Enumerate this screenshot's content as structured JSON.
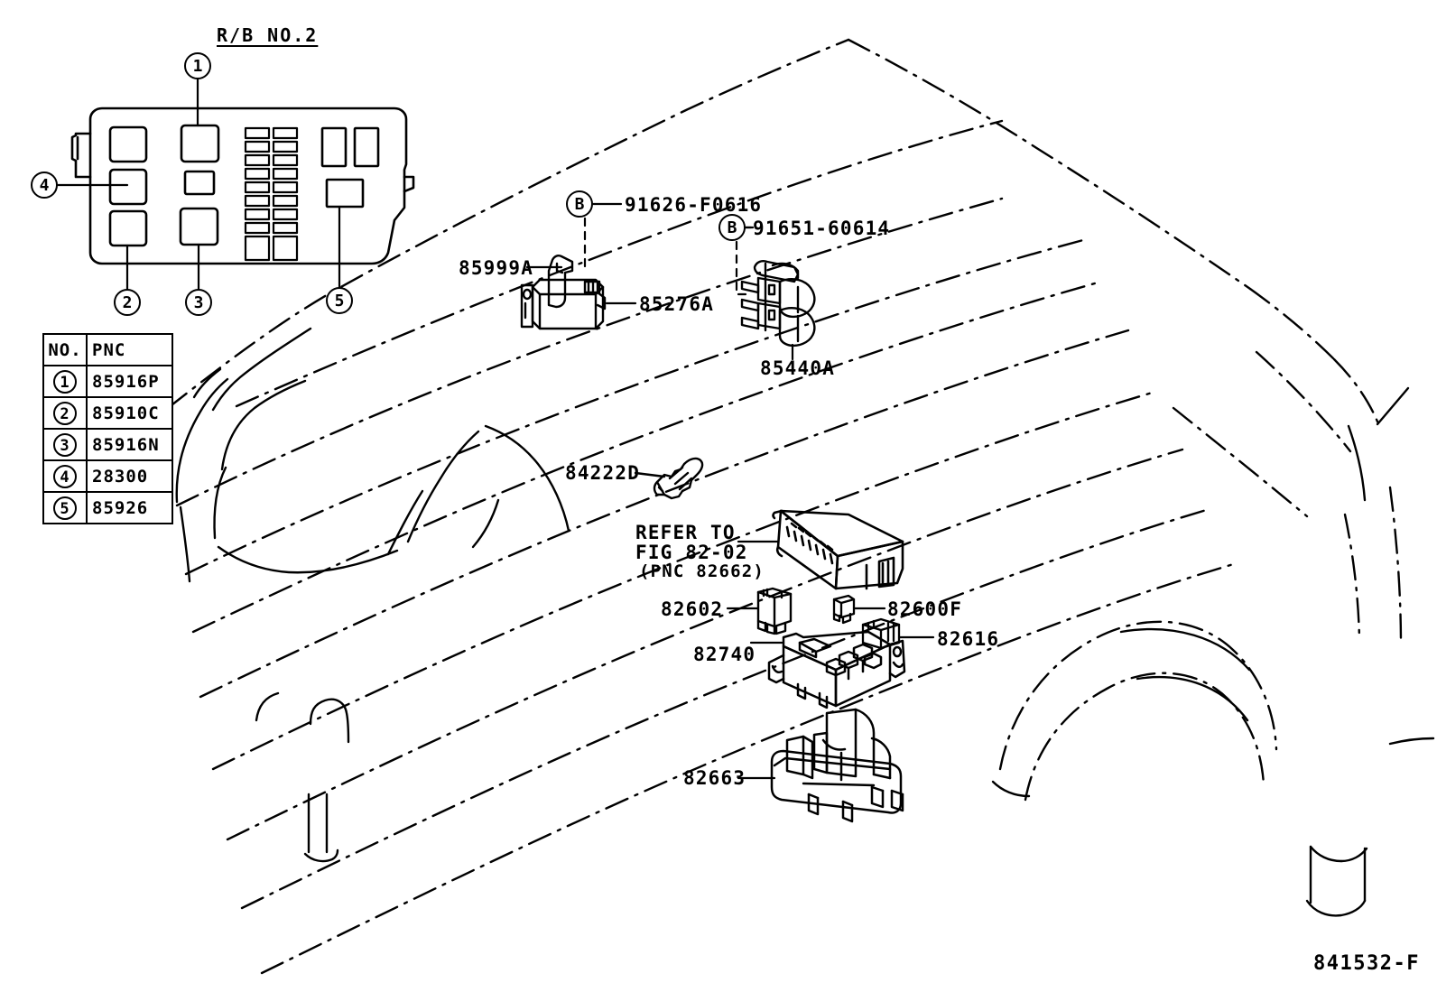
{
  "figure": {
    "reference_number": "841532-F",
    "detail_title": "R/B NO.2"
  },
  "parts_table": {
    "headers": [
      "NO.",
      "PNC"
    ],
    "rows": [
      {
        "no": "1",
        "pnc": "85916P"
      },
      {
        "no": "2",
        "pnc": "85910C"
      },
      {
        "no": "3",
        "pnc": "85916N"
      },
      {
        "no": "4",
        "pnc": "28300"
      },
      {
        "no": "5",
        "pnc": "85926"
      }
    ]
  },
  "relay_box_callouts": [
    {
      "id": "1",
      "label": "1"
    },
    {
      "id": "2",
      "label": "2"
    },
    {
      "id": "3",
      "label": "3"
    },
    {
      "id": "4",
      "label": "4"
    },
    {
      "id": "5",
      "label": "5"
    }
  ],
  "bolt_callouts": [
    {
      "badge": "B",
      "part": "91626-F0616"
    },
    {
      "badge": "B",
      "part": "91651-60614"
    }
  ],
  "part_labels": {
    "bracket_85999a": "85999A",
    "relay_85276a": "85276A",
    "relay_85440a": "85440A",
    "sensor_84222d": "84222D",
    "refer_line1": "REFER TO",
    "refer_line2": "FIG 82-02",
    "refer_line3": "(PNC 82662)",
    "cover_82602": "82602",
    "cap_82600f": "82600F",
    "block_82740": "82740",
    "clip_82616": "82616",
    "tray_82663": "82663"
  }
}
